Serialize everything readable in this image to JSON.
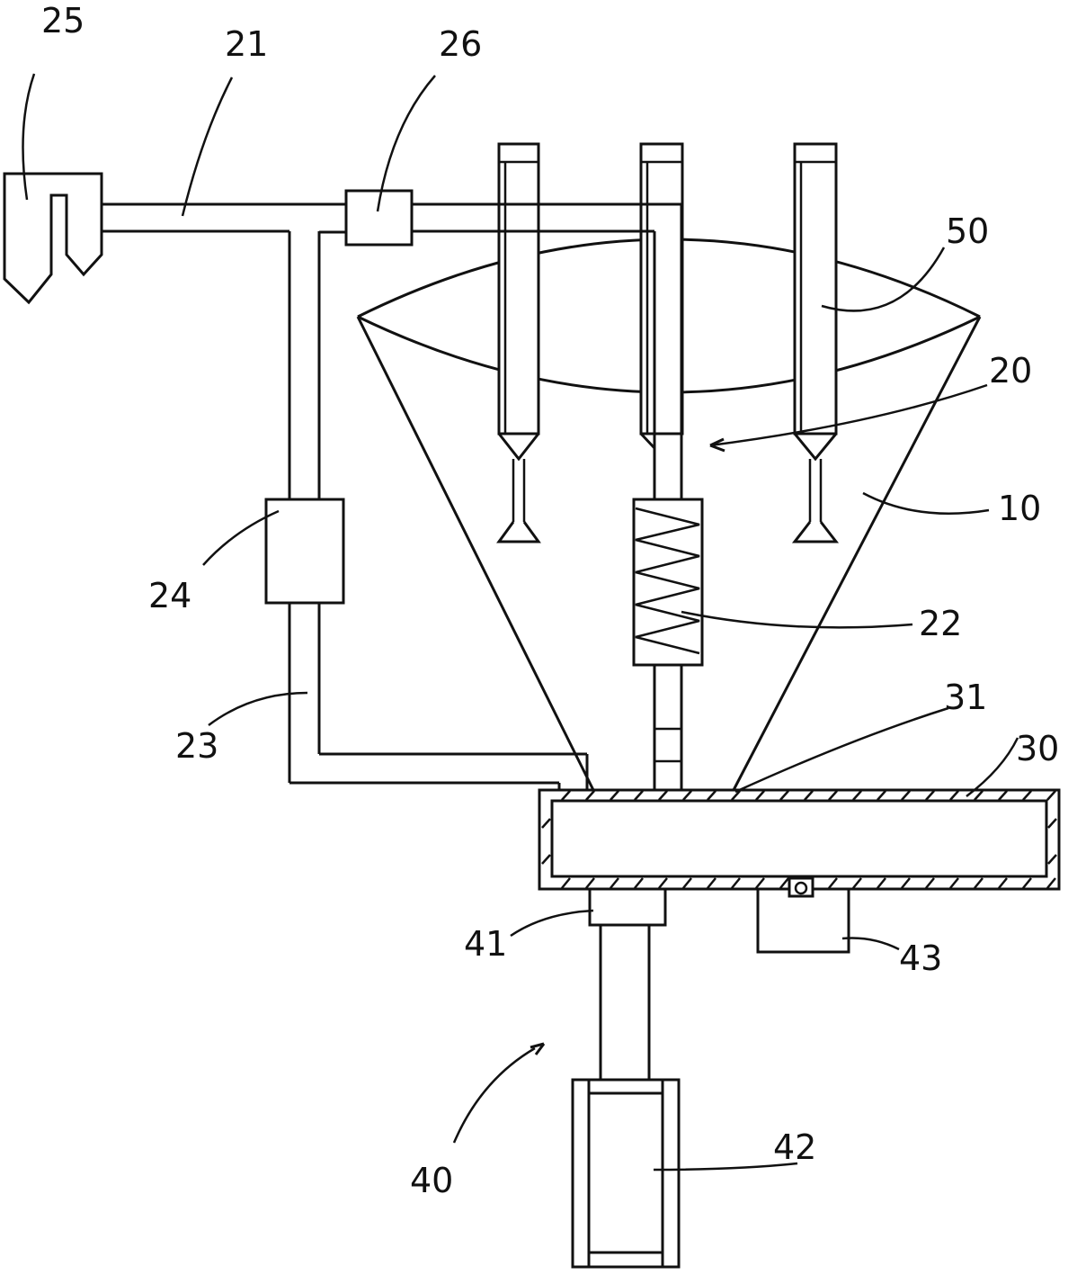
{
  "labels": {
    "l25": "25",
    "l21": "21",
    "l26": "26",
    "l50": "50",
    "l20": "20",
    "l10": "10",
    "l24": "24",
    "l22": "22",
    "l31": "31",
    "l30": "30",
    "l23": "23",
    "l41": "41",
    "l43": "43",
    "l42": "42",
    "l40": "40"
  },
  "colors": {
    "line": "#111111",
    "background": "#ffffff"
  }
}
